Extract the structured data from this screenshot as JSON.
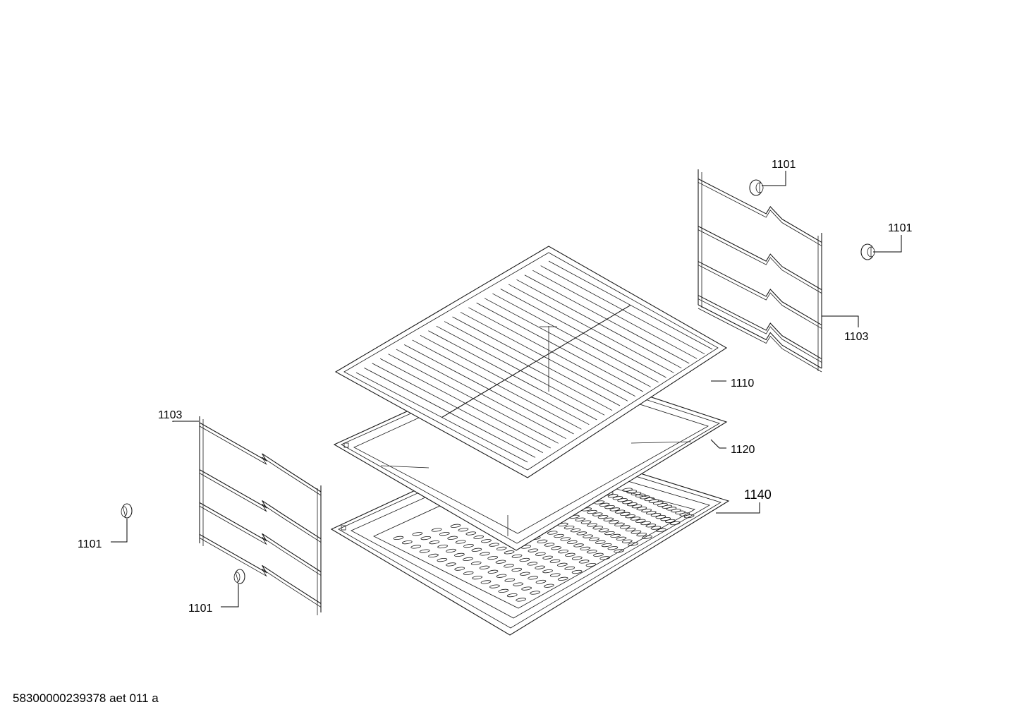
{
  "callouts": {
    "clip_top": "1101",
    "clip_right": "1101",
    "rail_right": "1103",
    "grid": "1110",
    "pan_upper": "1120",
    "pan_lower": "1140",
    "rail_left": "1103",
    "clip_left": "1101",
    "clip_bottom": "1101"
  },
  "footer": {
    "doc_id": "58300000239378 aet 011 a"
  }
}
